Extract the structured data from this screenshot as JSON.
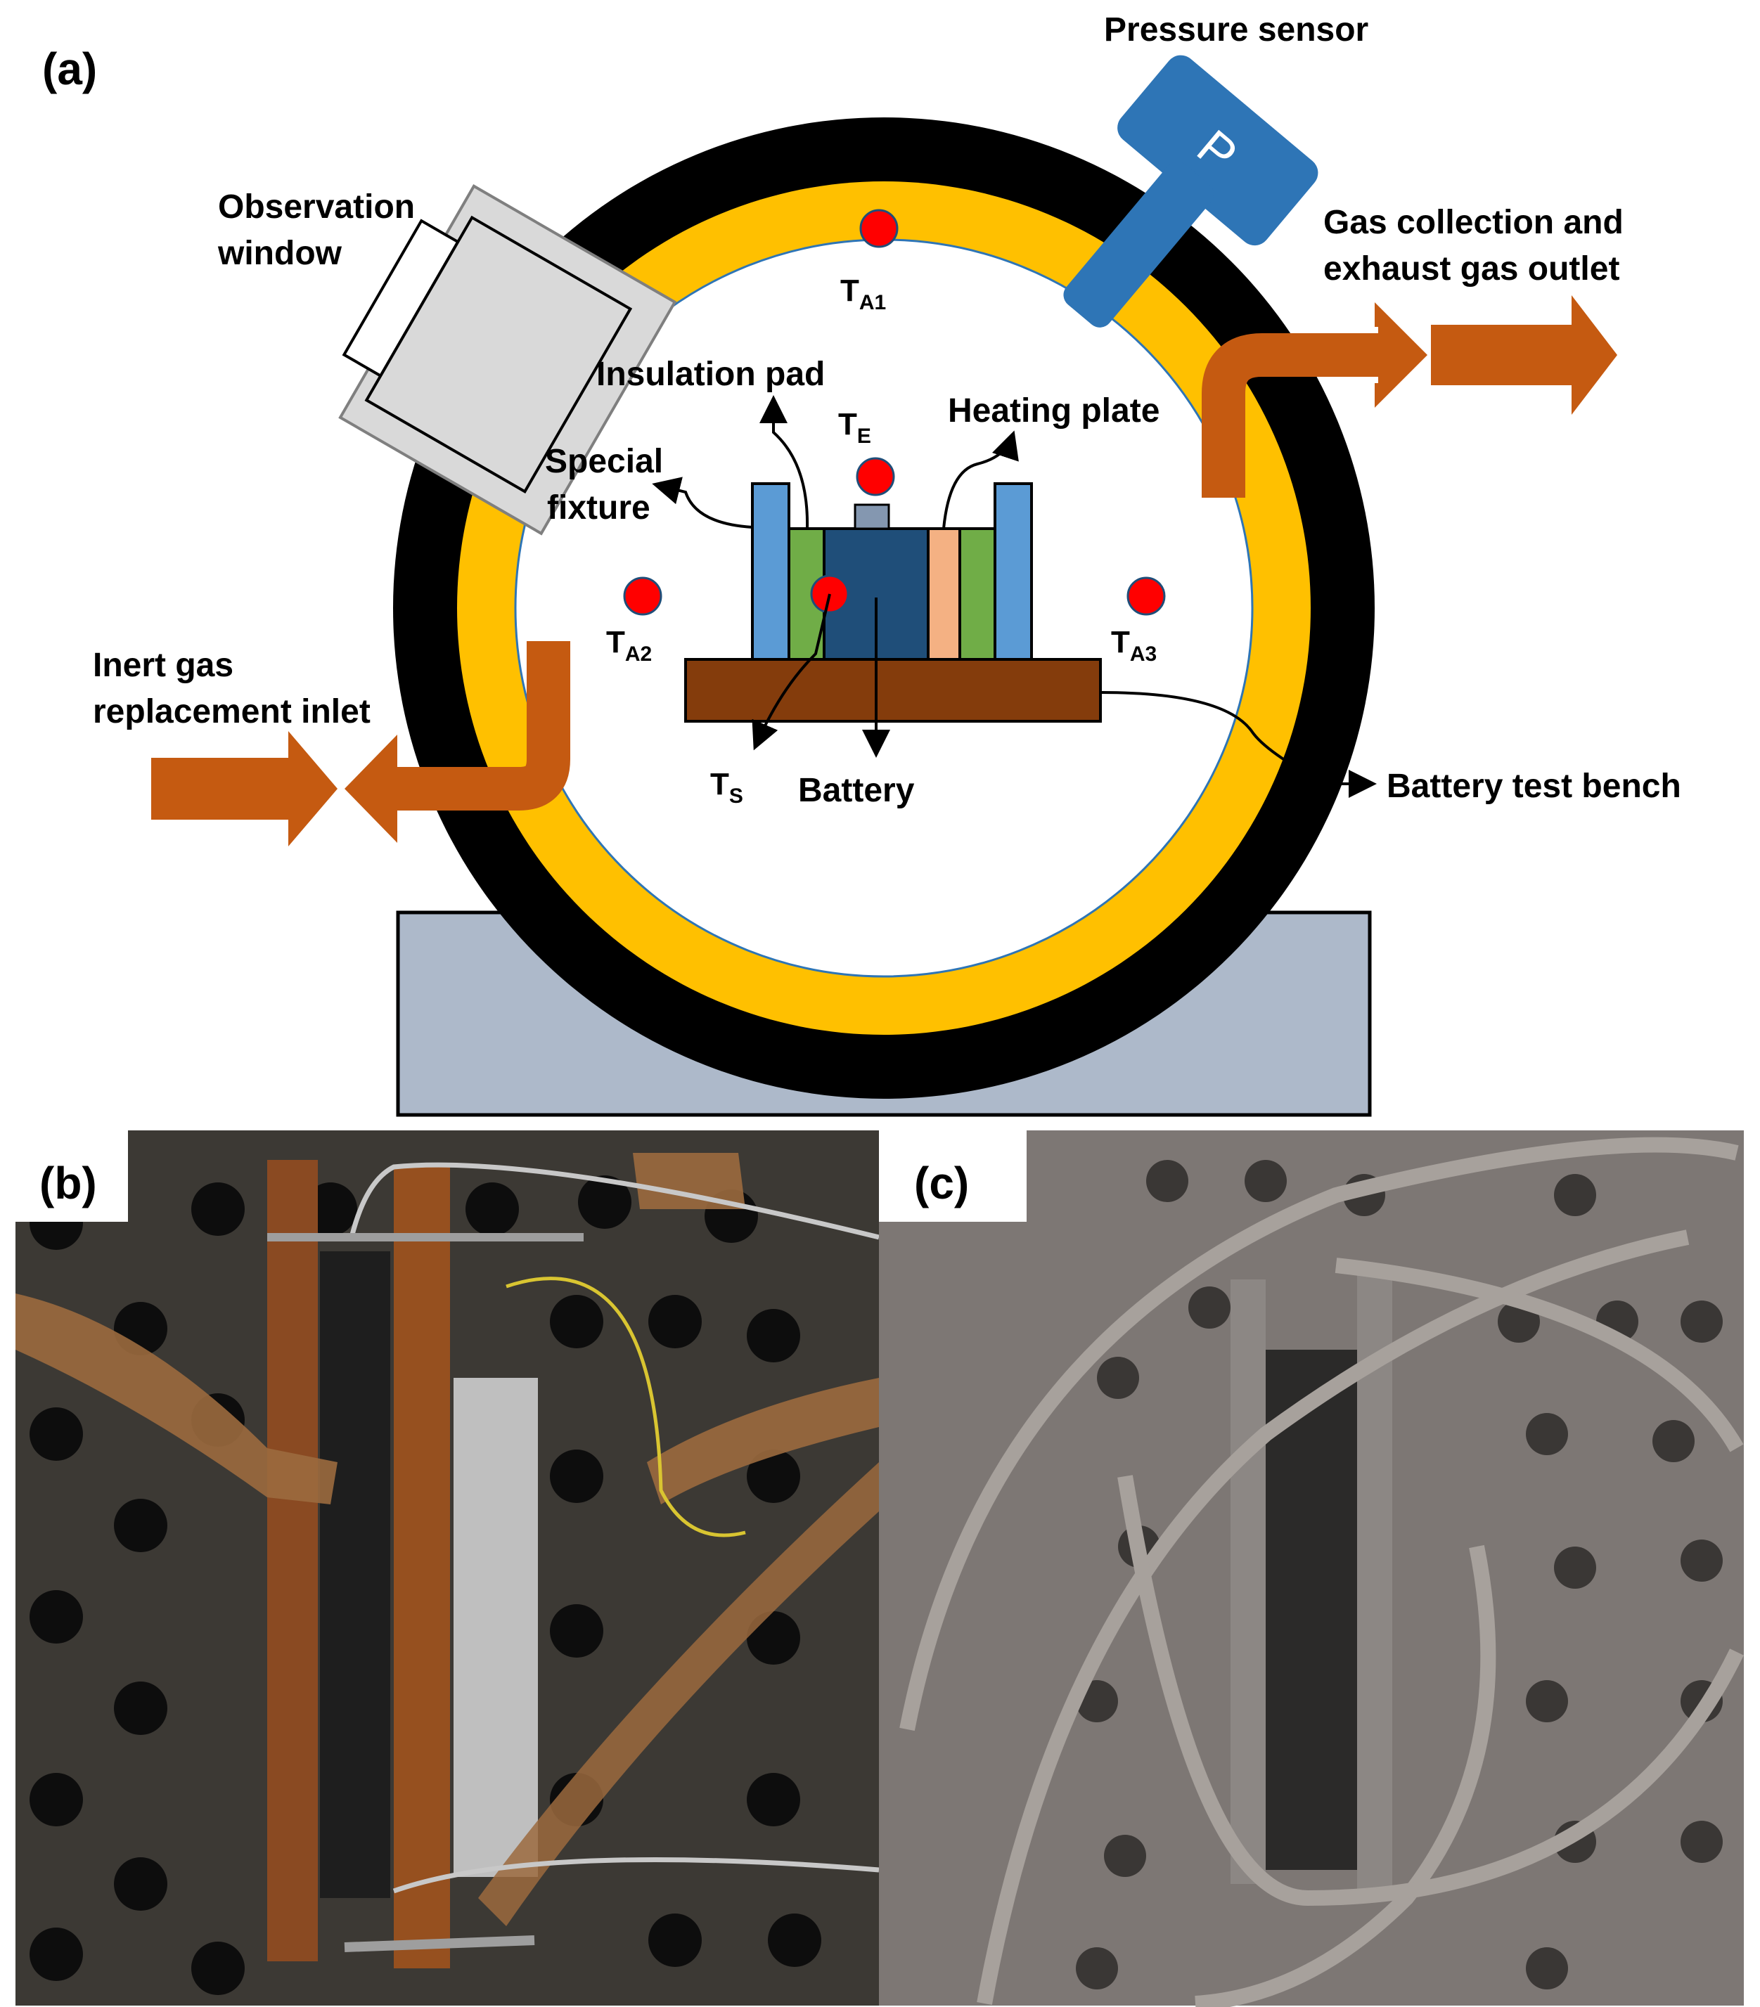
{
  "panels": {
    "a": "(a)",
    "b": "(b)",
    "c": "(c)"
  },
  "labels": {
    "pressure_sensor": "Pressure sensor",
    "pressure_symbol": "P",
    "observation_window_1": "Observation",
    "observation_window_2": "window",
    "gas_outlet_1": "Gas collection and",
    "gas_outlet_2": "exhaust gas outlet",
    "insulation_pad": "Insulation pad",
    "heating_plate": "Heating plate",
    "special_fixture_1": "Special",
    "special_fixture_2": "fixture",
    "inert_gas_1": "Inert gas",
    "inert_gas_2": "replacement inlet",
    "battery": "Battery",
    "battery_test_bench": "Battery test bench"
  },
  "sensors": {
    "t": "T",
    "a1": "A1",
    "a2": "A2",
    "a3": "A3",
    "e": "E",
    "s": "S"
  },
  "colors": {
    "outer_ring": "#000000",
    "insulation_ring": "#ffc000",
    "sensor": "#ff0000",
    "pipe": "#c55a11",
    "pressure_sensor": "#2e75b6",
    "fixture": "#5b9bd5",
    "insulation_pad": "#70ad47",
    "heating_plate": "#f4b183",
    "battery": "#1f4e79",
    "bench": "#843c0c",
    "stand": "#adb9ca",
    "window": "#d9d9d9"
  }
}
